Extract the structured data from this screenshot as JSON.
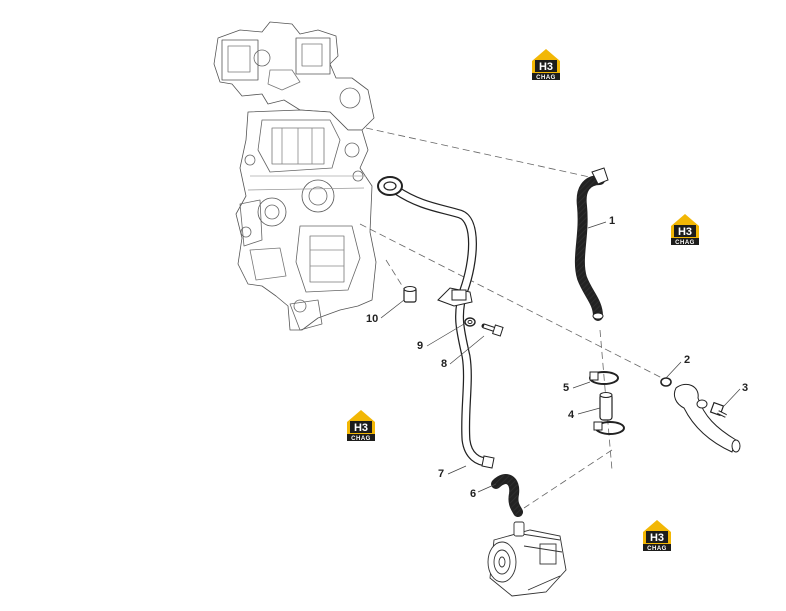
{
  "callouts": {
    "c1": "1",
    "c2": "2",
    "c3": "3",
    "c4": "4",
    "c5": "5",
    "c6": "6",
    "c7": "7",
    "c8": "8",
    "c9": "9",
    "c10": "10"
  },
  "watermark": {
    "top": "H3",
    "bottom": "CHAG",
    "colors": {
      "gold": "#f2b705",
      "dark": "#1d1d1b"
    }
  },
  "colors": {
    "line": "#2a2a2a",
    "light_line": "#777777"
  }
}
